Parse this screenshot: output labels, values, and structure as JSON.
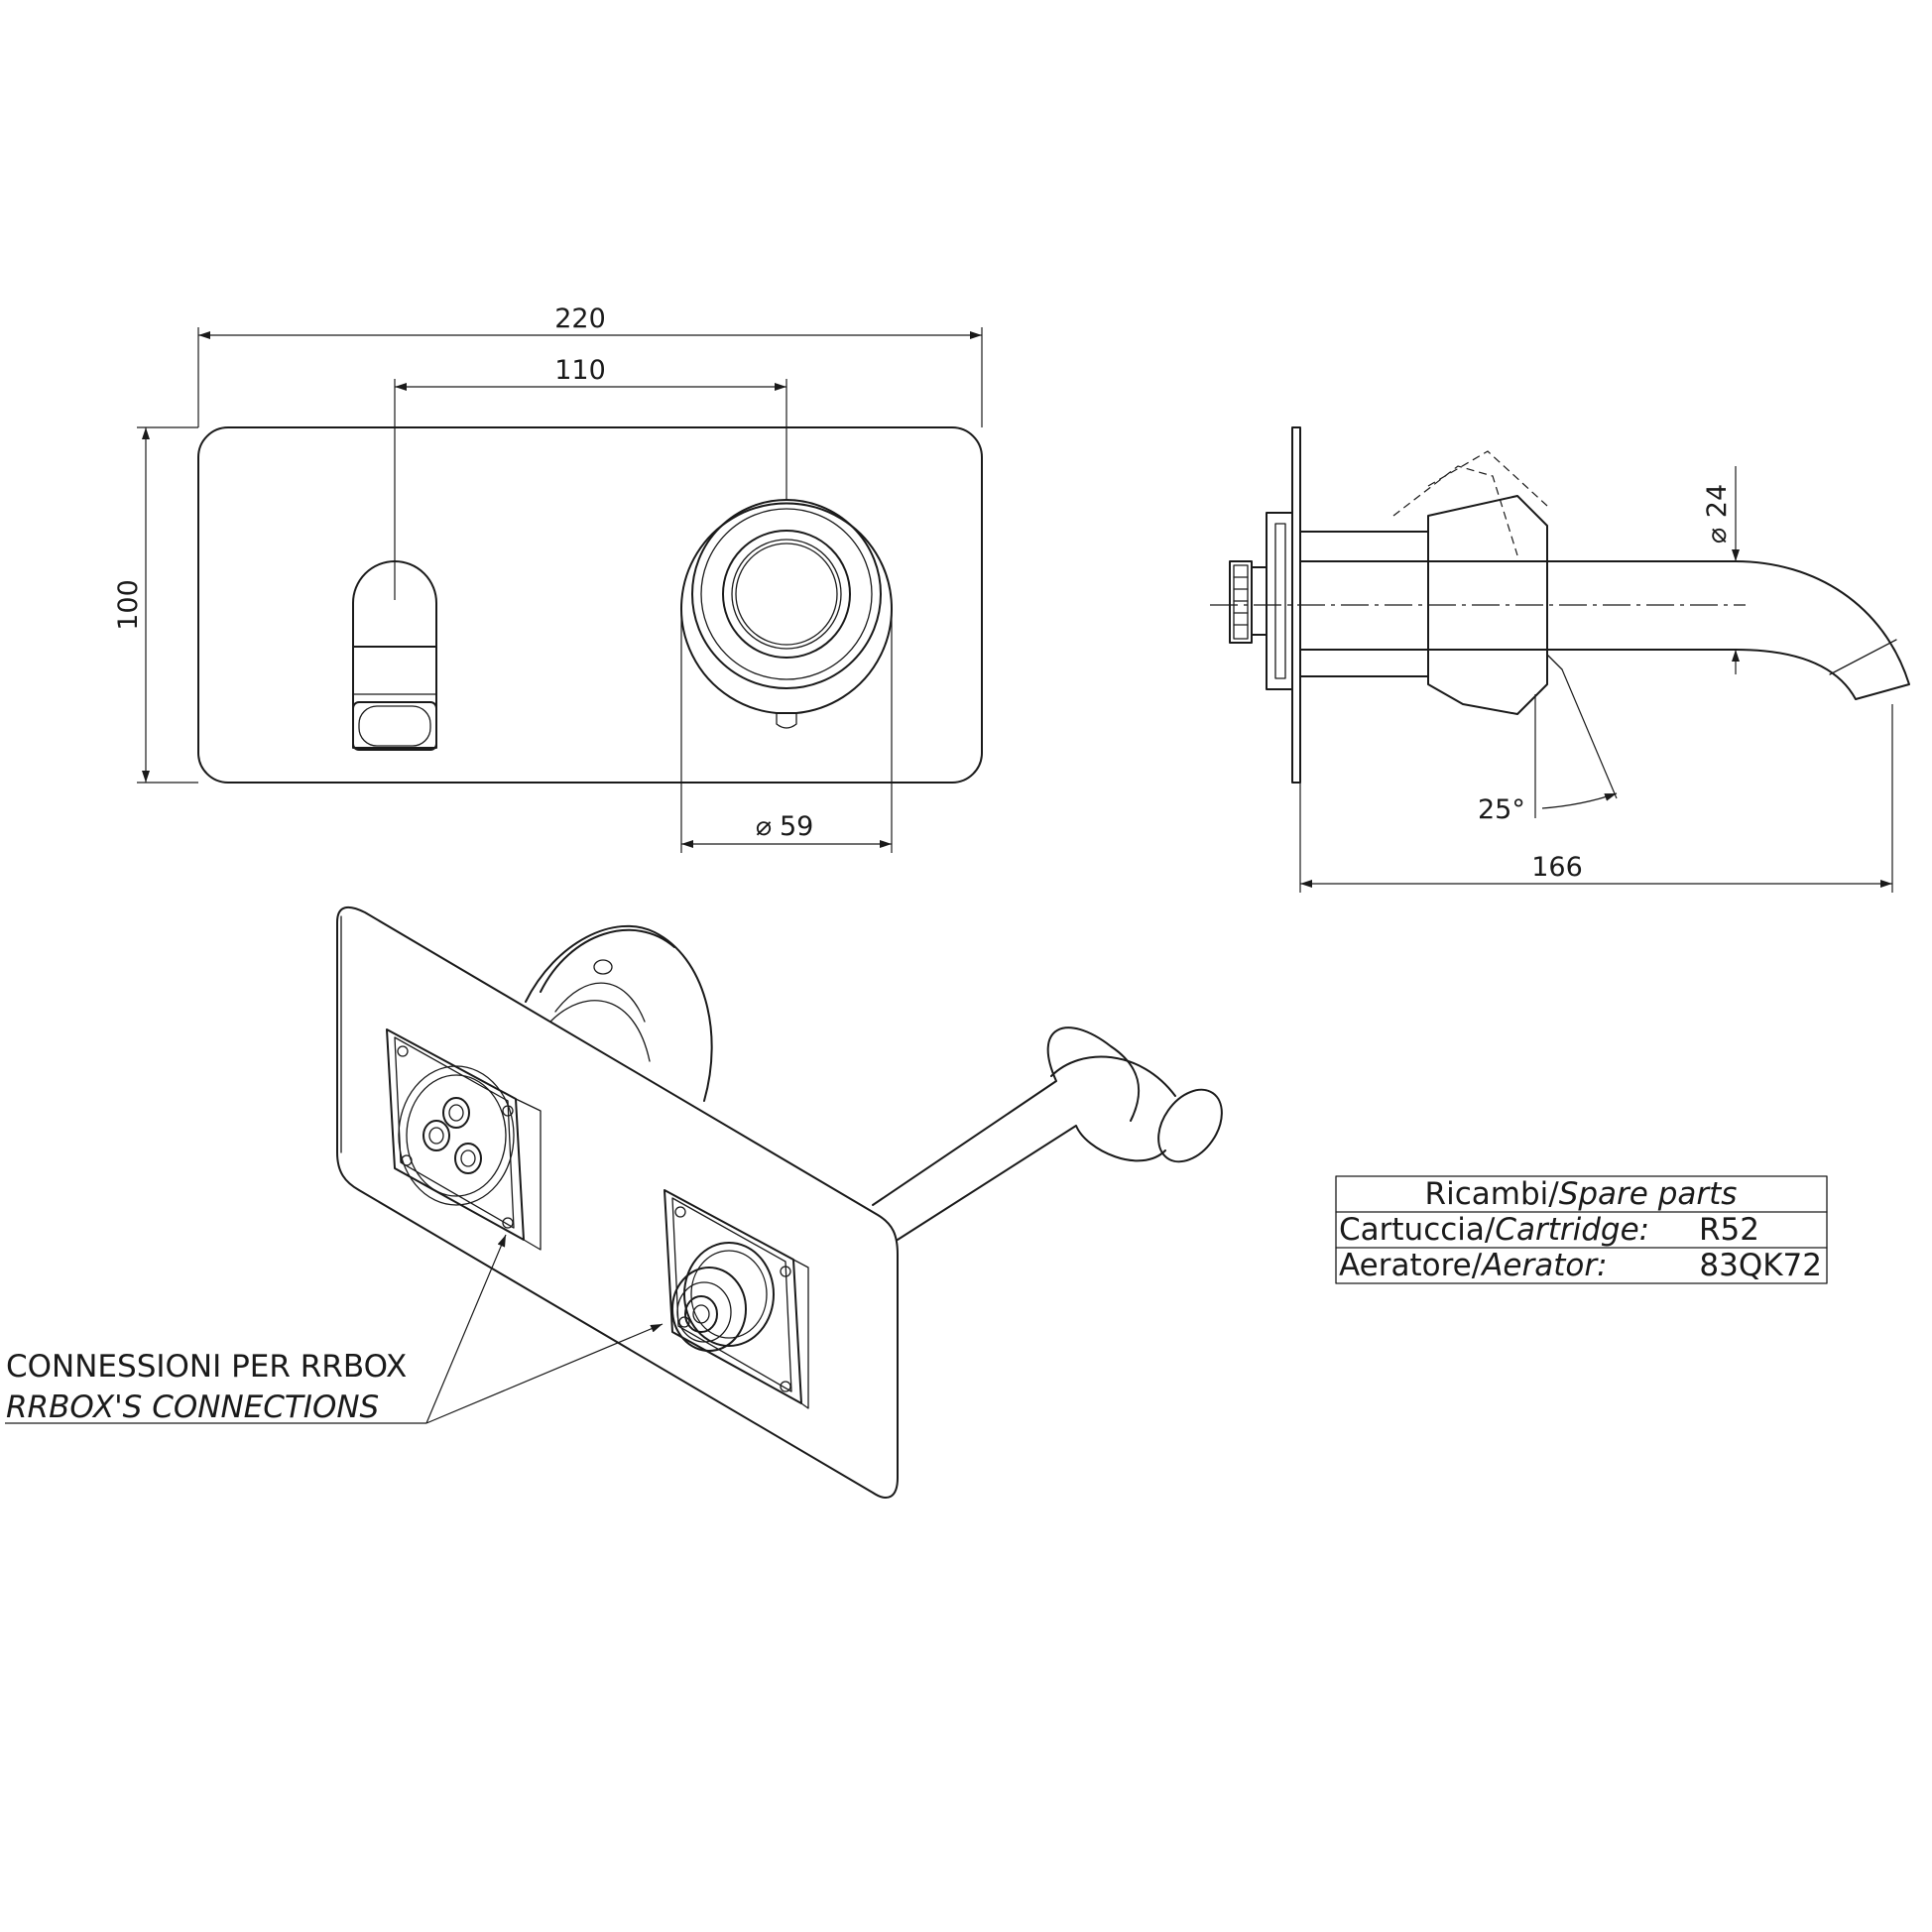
{
  "front_view": {
    "dim_width": "220",
    "dim_axis_distance": "110",
    "dim_height": "100",
    "dim_handle_diameter": "59",
    "diameter_symbol": "⌀"
  },
  "side_view": {
    "dim_spout_diameter": "24",
    "dim_spout_angle": "25°",
    "dim_projection": "166",
    "diameter_symbol": "⌀"
  },
  "spare_parts_table": {
    "header_it": "Ricambi/",
    "header_en": "Spare parts",
    "rows": [
      {
        "label_it": "Cartuccia/",
        "label_en": "Cartridge:",
        "value": "R52"
      },
      {
        "label_it": "Aeratore/",
        "label_en": "Aerator:",
        "value": "83QK72"
      }
    ]
  },
  "connections_note": {
    "line_it": "CONNESSIONI PER RRBOX",
    "line_en": "RRBOX'S CONNECTIONS"
  }
}
